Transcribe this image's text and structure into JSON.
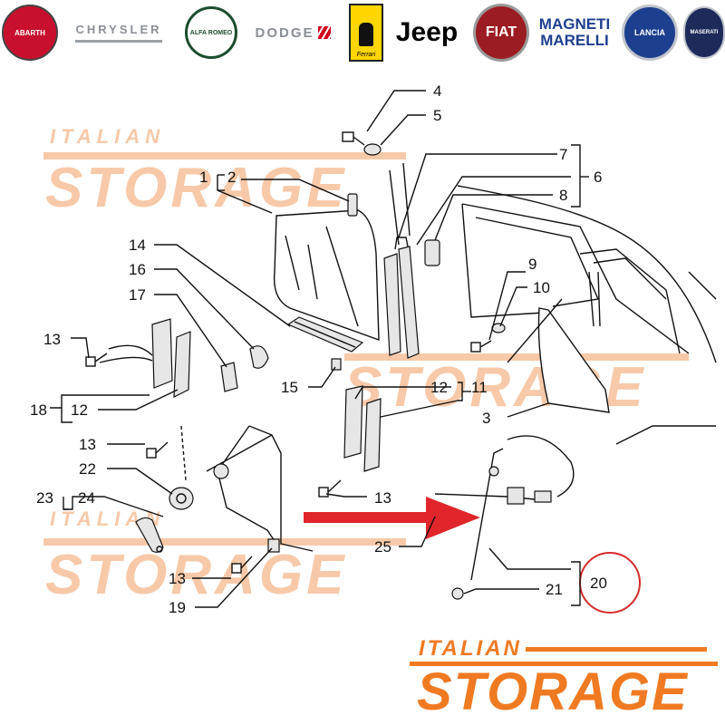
{
  "brands": [
    {
      "name": "ABARTH",
      "style": "circle",
      "bg": "#c8102e",
      "fg": "#ffffff"
    },
    {
      "name": "CHRYSLER",
      "style": "wordmark",
      "fg": "#8a8f96"
    },
    {
      "name": "ALFA ROMEO",
      "style": "circle",
      "bg": "#ffffff",
      "fg": "#1b4d2e"
    },
    {
      "name": "DODGE",
      "style": "wordmark",
      "fg": "#8a8f96",
      "accent": "#d0021b"
    },
    {
      "name": "Ferrari",
      "style": "shield",
      "bg": "#ffd600",
      "fg": "#000000"
    },
    {
      "name": "Jeep",
      "style": "wordmark",
      "fg": "#000000"
    },
    {
      "name": "FIAT",
      "style": "circle",
      "bg": "#9b1c22",
      "fg": "#ffffff"
    },
    {
      "name": "MAGNETI MARELLI",
      "style": "wordmark",
      "fg": "#1d3f8f"
    },
    {
      "name": "LANCIA",
      "style": "circle",
      "bg": "#1d3f8f",
      "fg": "#ffffff"
    },
    {
      "name": "MASERATI",
      "style": "circle",
      "bg": "#1e2a5a",
      "fg": "#ffffff"
    }
  ],
  "watermark": {
    "small": "ITALIAN",
    "big": "STORAGE",
    "color": "#f7c9a8"
  },
  "footer_logo": {
    "small": "ITALIAN",
    "big": "STORAGE",
    "color": "#f07a22"
  },
  "callouts": [
    {
      "id": "c1",
      "label": "1"
    },
    {
      "id": "c2",
      "label": "2"
    },
    {
      "id": "c3",
      "label": "3"
    },
    {
      "id": "c4",
      "label": "4"
    },
    {
      "id": "c5",
      "label": "5"
    },
    {
      "id": "c6",
      "label": "6"
    },
    {
      "id": "c7",
      "label": "7"
    },
    {
      "id": "c8",
      "label": "8"
    },
    {
      "id": "c9",
      "label": "9"
    },
    {
      "id": "c10",
      "label": "10"
    },
    {
      "id": "c11",
      "label": "11"
    },
    {
      "id": "c12a",
      "label": "12"
    },
    {
      "id": "c12b",
      "label": "12"
    },
    {
      "id": "c13a",
      "label": "13"
    },
    {
      "id": "c13b",
      "label": "13"
    },
    {
      "id": "c13c",
      "label": "13"
    },
    {
      "id": "c13d",
      "label": "13"
    },
    {
      "id": "c14",
      "label": "14"
    },
    {
      "id": "c15",
      "label": "15"
    },
    {
      "id": "c16",
      "label": "16"
    },
    {
      "id": "c17",
      "label": "17"
    },
    {
      "id": "c18",
      "label": "18"
    },
    {
      "id": "c19",
      "label": "19"
    },
    {
      "id": "c20",
      "label": "20"
    },
    {
      "id": "c21",
      "label": "21"
    },
    {
      "id": "c22",
      "label": "22"
    },
    {
      "id": "c23",
      "label": "23"
    },
    {
      "id": "c24",
      "label": "24"
    },
    {
      "id": "c25",
      "label": "25"
    }
  ],
  "highlight": {
    "part": "20",
    "color": "#d62a2a"
  },
  "arrow_color": "#e0262b"
}
